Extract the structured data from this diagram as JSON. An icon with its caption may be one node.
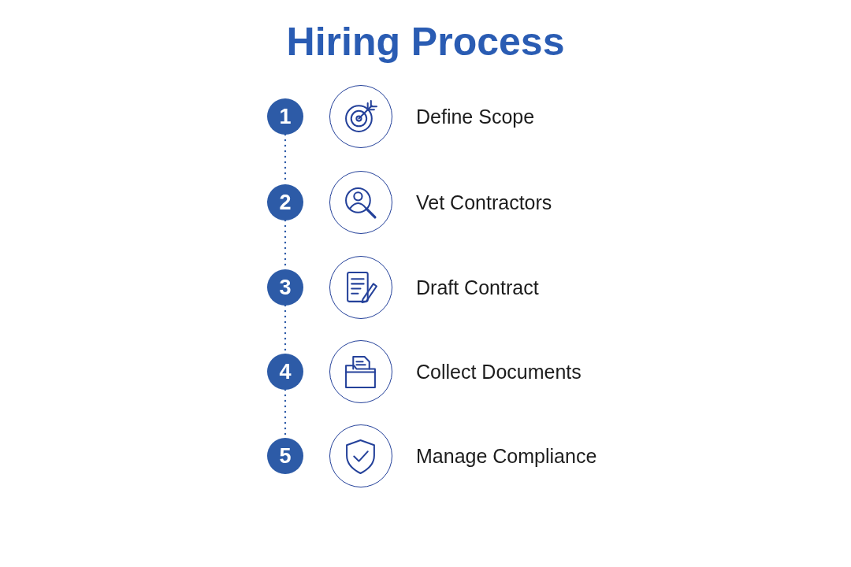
{
  "diagram": {
    "title": "Hiring Process",
    "nodes": [
      {
        "text": [
          "1"
        ]
      },
      {
        "text": [],
        "shape": "circle",
        "beside": [
          "Define Scope"
        ]
      },
      {
        "text": [
          "2"
        ]
      },
      {
        "text": [],
        "shape": "circle",
        "beside": [
          "Vet Contractors"
        ]
      },
      {
        "text": [
          "3"
        ]
      },
      {
        "text": [],
        "shape": "circle",
        "beside": [
          "Draft Contract"
        ]
      },
      {
        "text": [
          "4"
        ]
      },
      {
        "text": [],
        "shape": "circle",
        "beside": [
          "Collect Documents"
        ]
      },
      {
        "text": [
          "5"
        ]
      },
      {
        "text": [],
        "shape": "circle",
        "beside": [
          "Manage Compliance"
        ]
      }
    ],
    "edges": [
      {
        "from": 0,
        "to": 2,
        "arrow": "none",
        "style": "dashed"
      },
      {
        "from": 2,
        "to": 4,
        "arrow": "none",
        "style": "dashed"
      },
      {
        "from": 4,
        "to": 6,
        "arrow": "none",
        "style": "dashed"
      },
      {
        "from": 6,
        "to": 8,
        "arrow": "none",
        "style": "dashed"
      }
    ]
  }
}
